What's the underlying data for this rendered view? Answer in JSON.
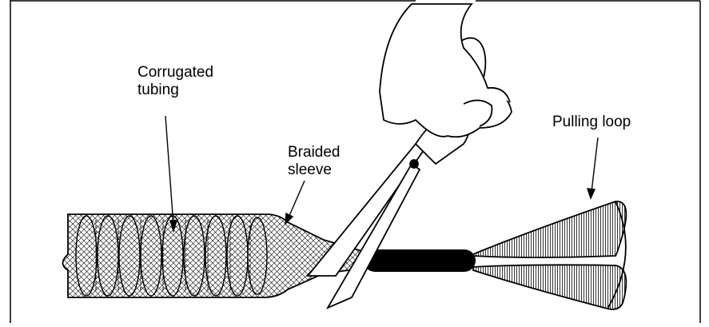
{
  "labels": {
    "corrugated_line1": "Corrugated",
    "corrugated_line2": "tubing",
    "braided_line1": "Braided",
    "braided_line2": "sleeve",
    "pulling_loop": "Pulling loop"
  },
  "colors": {
    "ink": "#000000",
    "paper": "#ffffff"
  }
}
